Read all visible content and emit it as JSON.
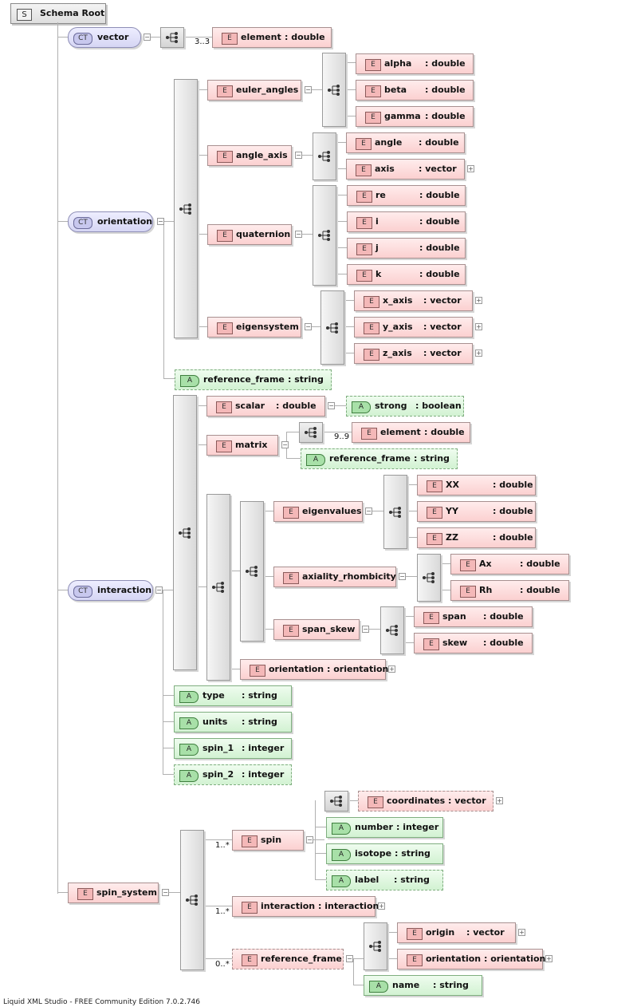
{
  "root": {
    "badge": "S",
    "label": "Schema Root"
  },
  "footer": "Liquid XML Studio - FREE Community Edition 7.0.2.746",
  "nodes": {
    "vector": {
      "badge": "CT",
      "name": "vector"
    },
    "vector_element": {
      "badge": "E",
      "name": "element",
      "type": ": double"
    },
    "orientation": {
      "badge": "CT",
      "name": "orientation"
    },
    "euler_angles": {
      "badge": "E",
      "name": "euler_angles"
    },
    "alpha": {
      "badge": "E",
      "name": "alpha",
      "type": ": double"
    },
    "beta": {
      "badge": "E",
      "name": "beta",
      "type": ": double"
    },
    "gamma": {
      "badge": "E",
      "name": "gamma",
      "type": ": double"
    },
    "angle_axis": {
      "badge": "E",
      "name": "angle_axis"
    },
    "angle": {
      "badge": "E",
      "name": "angle",
      "type": ": double"
    },
    "axis": {
      "badge": "E",
      "name": "axis",
      "type": ": vector"
    },
    "quaternion": {
      "badge": "E",
      "name": "quaternion"
    },
    "q_re": {
      "badge": "E",
      "name": "re",
      "type": ": double"
    },
    "q_i": {
      "badge": "E",
      "name": "i",
      "type": ": double"
    },
    "q_j": {
      "badge": "E",
      "name": "j",
      "type": ": double"
    },
    "q_k": {
      "badge": "E",
      "name": "k",
      "type": ": double"
    },
    "eigensystem": {
      "badge": "E",
      "name": "eigensystem"
    },
    "x_axis": {
      "badge": "E",
      "name": "x_axis",
      "type": ": vector"
    },
    "y_axis": {
      "badge": "E",
      "name": "y_axis",
      "type": ": vector"
    },
    "z_axis": {
      "badge": "E",
      "name": "z_axis",
      "type": ": vector"
    },
    "orient_ref_frame": {
      "badge": "A",
      "name": "reference_frame",
      "type": ": string"
    },
    "scalar": {
      "badge": "E",
      "name": "scalar",
      "type": ": double"
    },
    "strong": {
      "badge": "A",
      "name": "strong",
      "type": ": boolean"
    },
    "matrix": {
      "badge": "E",
      "name": "matrix"
    },
    "matrix_element": {
      "badge": "E",
      "name": "element",
      "type": ": double"
    },
    "matrix_ref_frame": {
      "badge": "A",
      "name": "reference_frame",
      "type": ": string"
    },
    "eigenvalues": {
      "badge": "E",
      "name": "eigenvalues"
    },
    "xx": {
      "badge": "E",
      "name": "XX",
      "type": ": double"
    },
    "yy": {
      "badge": "E",
      "name": "YY",
      "type": ": double"
    },
    "zz": {
      "badge": "E",
      "name": "ZZ",
      "type": ": double"
    },
    "axiality_rhombicity": {
      "badge": "E",
      "name": "axiality_rhombicity"
    },
    "ax": {
      "badge": "E",
      "name": "Ax",
      "type": ": double"
    },
    "rh": {
      "badge": "E",
      "name": "Rh",
      "type": ": double"
    },
    "span_skew": {
      "badge": "E",
      "name": "span_skew"
    },
    "span": {
      "badge": "E",
      "name": "span",
      "type": ": double"
    },
    "skew": {
      "badge": "E",
      "name": "skew",
      "type": ": double"
    },
    "interaction_orientation": {
      "badge": "E",
      "name": "orientation",
      "type": ": orientation"
    },
    "interaction": {
      "badge": "CT",
      "name": "interaction"
    },
    "type": {
      "badge": "A",
      "name": "type",
      "type": ": string"
    },
    "units": {
      "badge": "A",
      "name": "units",
      "type": ": string"
    },
    "spin_1": {
      "badge": "A",
      "name": "spin_1",
      "type": ": integer"
    },
    "spin_2": {
      "badge": "A",
      "name": "spin_2",
      "type": ": integer"
    },
    "spin": {
      "badge": "E",
      "name": "spin"
    },
    "coordinates": {
      "badge": "E",
      "name": "coordinates",
      "type": ": vector"
    },
    "number": {
      "badge": "A",
      "name": "number",
      "type": ": integer"
    },
    "isotope": {
      "badge": "A",
      "name": "isotope",
      "type": ": string"
    },
    "label": {
      "badge": "A",
      "name": "label",
      "type": ": string"
    },
    "spin_system": {
      "badge": "E",
      "name": "spin_system"
    },
    "ss_interaction": {
      "badge": "E",
      "name": "interaction",
      "type": ": interaction"
    },
    "ss_ref_frame": {
      "badge": "E",
      "name": "reference_frame"
    },
    "origin": {
      "badge": "E",
      "name": "origin",
      "type": ": vector"
    },
    "rf_orientation": {
      "badge": "E",
      "name": "orientation",
      "type": ": orientation"
    },
    "rf_name": {
      "badge": "A",
      "name": "name",
      "type": ": string"
    }
  },
  "cardinality": {
    "vector_element": "3..3",
    "matrix_element": "9..9",
    "spin": "1..*",
    "ss_interaction": "1..*",
    "ss_ref_frame": "0..*"
  }
}
